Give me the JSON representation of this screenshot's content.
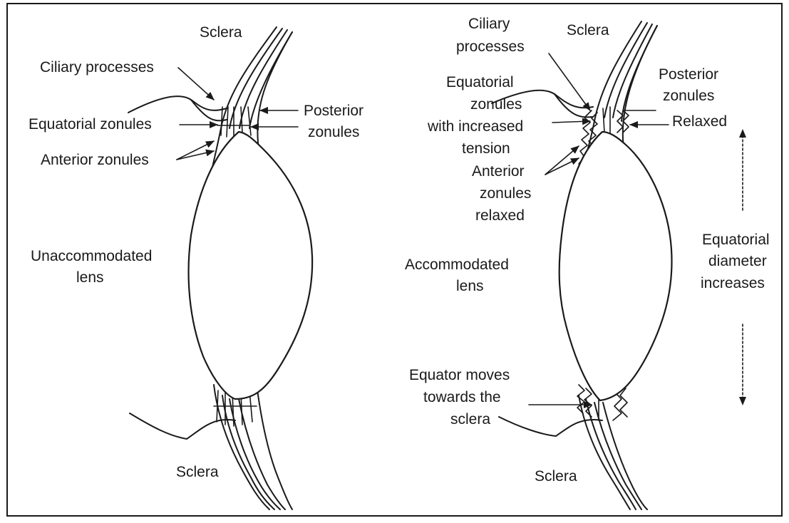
{
  "left_panel": {
    "sclera_top": "Sclera",
    "ciliary_processes": "Ciliary processes",
    "equatorial_zonules": "Equatorial zonules",
    "anterior_zonules": "Anterior zonules",
    "posterior_zonules": [
      "Posterior",
      "zonules"
    ],
    "lens_label": [
      "Unaccommodated",
      "lens"
    ],
    "sclera_bottom": "Sclera"
  },
  "right_panel": {
    "ciliary_processes": [
      "Ciliary",
      "processes"
    ],
    "sclera_top": "Sclera",
    "equatorial_zonules": [
      "Equatorial",
      "zonules",
      "with increased",
      "tension"
    ],
    "posterior_zonules": [
      "Posterior",
      "zonules"
    ],
    "relaxed": "Relaxed",
    "anterior_zonules": [
      "Anterior",
      "zonules",
      "relaxed"
    ],
    "lens_label": [
      "Accommodated",
      "lens"
    ],
    "diameter_label": [
      "Equatorial",
      "diameter",
      "increases"
    ],
    "equator_moves": [
      "Equator moves",
      "towards the",
      "sclera"
    ],
    "sclera_bottom": "Sclera"
  }
}
